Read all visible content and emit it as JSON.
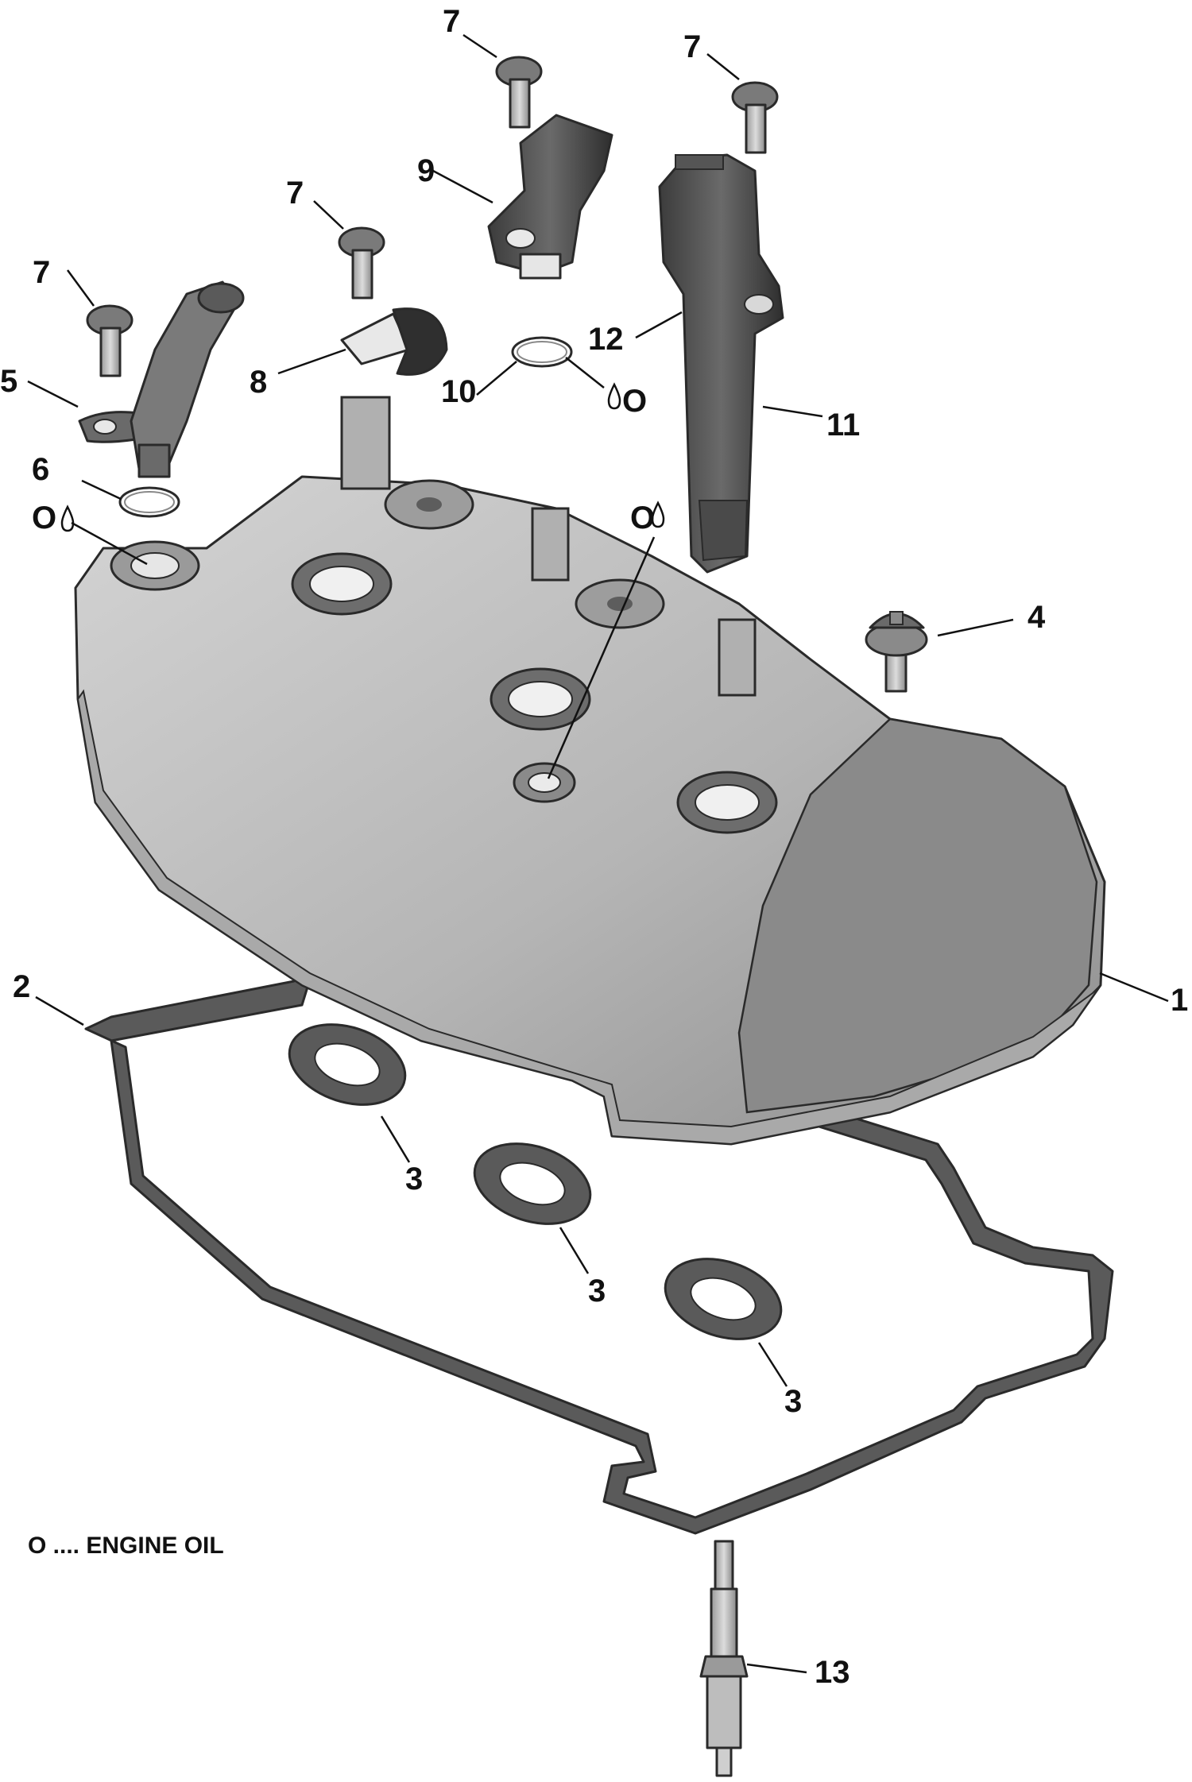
{
  "callouts": {
    "item_1": "1",
    "item_2": "2",
    "item_3a": "3",
    "item_3b": "3",
    "item_3c": "3",
    "item_4": "4",
    "item_5": "5",
    "item_6": "6",
    "item_7a": "7",
    "item_7b": "7",
    "item_7c": "7",
    "item_7d": "7",
    "item_8": "8",
    "item_9": "9",
    "item_10": "10",
    "item_11": "11",
    "item_12": "12",
    "item_13": "13"
  },
  "oil_marks": {
    "mark_6": "O",
    "mark_10": "O",
    "mark_center": "O"
  },
  "legend": {
    "text": "O .... ENGINE OIL"
  }
}
